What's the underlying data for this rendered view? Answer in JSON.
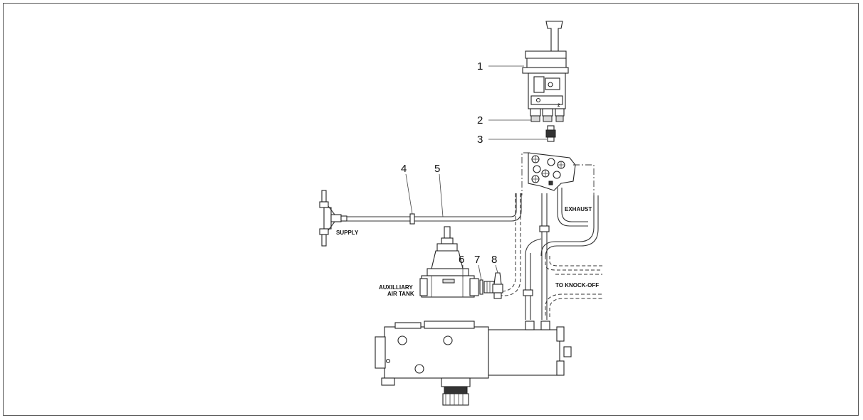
{
  "callouts": [
    {
      "id": "1",
      "text": "1"
    },
    {
      "id": "2",
      "text": "2"
    },
    {
      "id": "3",
      "text": "3"
    },
    {
      "id": "4",
      "text": "4"
    },
    {
      "id": "5",
      "text": "5"
    },
    {
      "id": "6",
      "text": "6"
    },
    {
      "id": "7",
      "text": "7"
    },
    {
      "id": "8",
      "text": "8"
    }
  ],
  "labels": {
    "supply": "SUPPLY",
    "exhaust": "EXHAUST",
    "aux_line1": "AUXILLIARY",
    "aux_line2": "AIR TANK",
    "knock_off": "TO KNOCK-OFF"
  }
}
